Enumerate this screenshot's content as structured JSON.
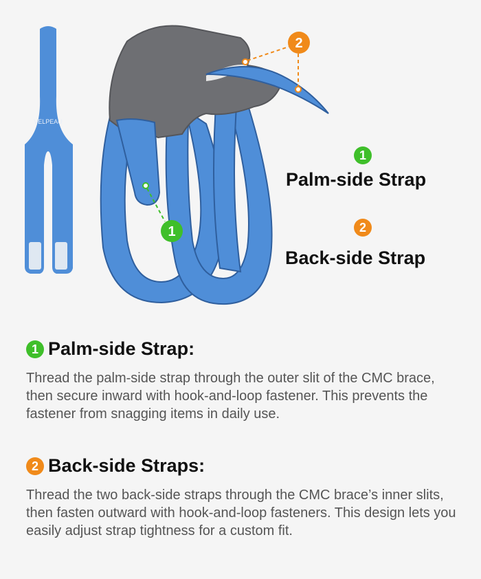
{
  "colors": {
    "strap_blue": "#4f8ed8",
    "brace_gray": "#6e6f73",
    "palm_badge_green": "#3fbf2a",
    "back_badge_orange": "#f08a1a"
  },
  "brand_text": "VELPEAU",
  "legend": {
    "palm": {
      "number": "1",
      "label": "Palm-side Strap"
    },
    "back": {
      "number": "2",
      "label": "Back-side Strap"
    }
  },
  "callouts": {
    "palm_number": "1",
    "back_number": "2"
  },
  "sections": {
    "palm": {
      "number": "1",
      "title": "Palm-side Strap:",
      "body": "Thread the palm-side strap through the outer slit of the CMC brace, then secure inward with hook-and-loop fastener. This prevents the fastener from snagging items in daily use."
    },
    "back": {
      "number": "2",
      "title": "Back-side Straps:",
      "body": "Thread the two back-side straps through the CMC brace’s inner slits, then fasten outward with hook-and-loop fasteners. This design lets you easily adjust strap tightness for a custom fit."
    }
  }
}
